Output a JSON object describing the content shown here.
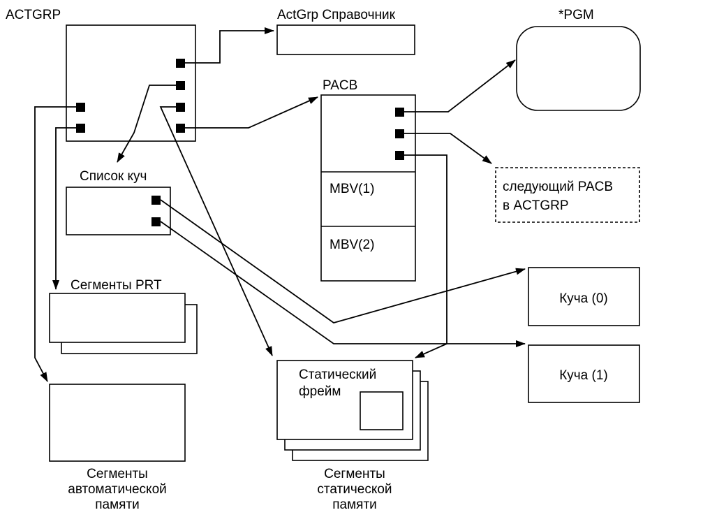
{
  "nodes": {
    "actgrp": "ACTGRP",
    "actgrp_directory": "ActGrp Справочник",
    "pgm": "*PGM",
    "pacb": "PACB",
    "mbv1": "MBV(1)",
    "mbv2": "MBV(2)",
    "next_pacb": [
      "следующий PACB",
      "в ACTGRP"
    ],
    "heap_list": "Список куч",
    "prt_segments": "Сегменты PRT",
    "heap0": "Куча (0)",
    "heap1": "Куча (1)",
    "static_frame": [
      "Статический",
      "фрейм"
    ],
    "auto_segments": [
      "Сегменты",
      "автоматической",
      "памяти"
    ],
    "static_segments": [
      "Сегменты",
      "статической",
      "памяти"
    ]
  }
}
